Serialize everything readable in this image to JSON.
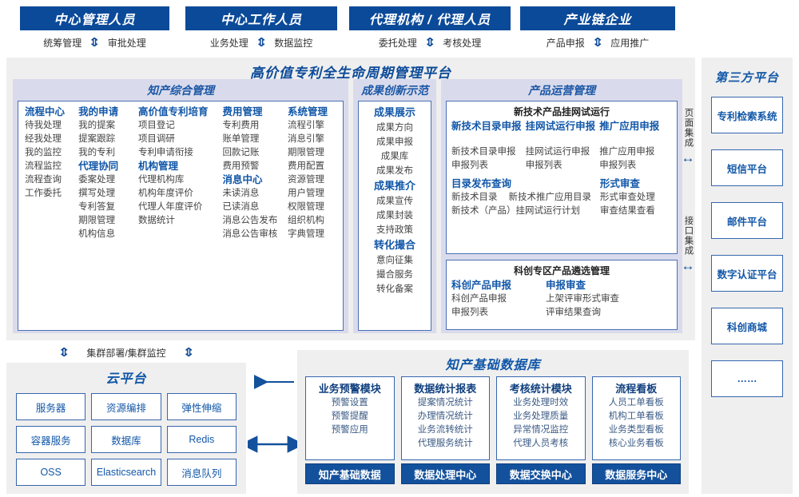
{
  "roles": [
    {
      "title": "中心管理人员",
      "left": "统筹管理",
      "right": "审批处理"
    },
    {
      "title": "中心工作人员",
      "left": "业务处理",
      "right": "数据监控"
    },
    {
      "title": "代理机构 / 代理人员",
      "left": "委托处理",
      "right": "考核处理"
    },
    {
      "title": "产业链企业",
      "left": "产品申报",
      "right": "应用推广"
    }
  ],
  "platform": {
    "title": "高价值专利全生命周期管理平台",
    "ip_mgmt": {
      "title": "知产综合管理",
      "columns": [
        {
          "groups": [
            {
              "head": "流程中心",
              "items": [
                "待我处理",
                "经我处理",
                "我的监控",
                "流程监控",
                "流程查询",
                "工作委托"
              ]
            }
          ]
        },
        {
          "groups": [
            {
              "head": "我的申请",
              "items": [
                "我的提案",
                "提案跟踪",
                "我的专利"
              ]
            },
            {
              "head": "代理协同",
              "items": [
                "委案处理",
                "撰写处理",
                "专利答复",
                "期限管理",
                "机构信息"
              ]
            }
          ]
        },
        {
          "groups": [
            {
              "head": "高价值专利培育",
              "items": [
                "项目登记",
                "项目调研",
                "专利申请衔接"
              ]
            },
            {
              "head": "机构管理",
              "items": [
                "代理机构库",
                "机构年度评价",
                "代理人年度评价",
                "数据统计"
              ]
            }
          ]
        },
        {
          "groups": [
            {
              "head": "费用管理",
              "items": [
                "专利费用",
                "账单管理",
                "回款记账",
                "费用预警"
              ]
            },
            {
              "head": "消息中心",
              "items": [
                "未读消息",
                "已读消息",
                "消息公告发布",
                "消息公告审核"
              ]
            }
          ]
        },
        {
          "groups": [
            {
              "head": "系统管理",
              "items": [
                "流程引擎",
                "消息引擎",
                "期限管理",
                "费用配置",
                "资源管理",
                "用户管理",
                "权限管理",
                "组织机构",
                "字典管理"
              ]
            }
          ]
        }
      ]
    },
    "achievement": {
      "title": "成果创新示范",
      "groups": [
        {
          "head": "成果展示",
          "items": [
            "成果方向",
            "成果申报",
            "成果库",
            "成果发布"
          ]
        },
        {
          "head": "成果推介",
          "items": [
            "成果宣传",
            "成果封装",
            "支持政策"
          ]
        },
        {
          "head": "转化撮合",
          "items": [
            "意向征集",
            "撮合服务",
            "转化备案"
          ]
        }
      ]
    },
    "product_ops": {
      "title": "产品运营管理",
      "box1_title": "新技术产品挂网试运行",
      "box1_row1": [
        {
          "head": "新技术目录申报",
          "items": [
            "新技术目录申报",
            "申报列表"
          ]
        },
        {
          "head": "挂网试运行申报",
          "items": [
            "挂网试运行申报",
            "申报列表"
          ]
        },
        {
          "head": "推广应用申报",
          "items": [
            "推广应用申报",
            "申报列表"
          ]
        }
      ],
      "box1_row2_left_head": "目录发布查询",
      "box1_row2_left_items": [
        "新技术目录",
        "新技术推广应用目录",
        "新技术（产品）挂网试运行计划"
      ],
      "box1_row2_right_head": "形式审查",
      "box1_row2_right_items": [
        "形式审查处理",
        "审查结果查看"
      ],
      "box2_title": "科创专区产品遴选管理",
      "box2_cols": [
        {
          "head": "科创产品申报",
          "items": [
            "科创产品申报",
            "申报列表"
          ]
        },
        {
          "head": "申报审查",
          "items": [
            "上架评审形式审查",
            "评审结果查询"
          ]
        }
      ]
    }
  },
  "integration": {
    "page": "页面集成",
    "api": "接口集成",
    "arrow": "↔"
  },
  "third_party": {
    "title": "第三方平台",
    "items": [
      "专利检索系统",
      "短信平台",
      "邮件平台",
      "数字认证平台",
      "科创商城",
      "……"
    ]
  },
  "cloud": {
    "link_label": "集群部署/集群监控",
    "title": "云平台",
    "cells": [
      "服务器",
      "资源编排",
      "弹性伸缩",
      "容器服务",
      "数据库",
      "Redis",
      "OSS",
      "Elasticsearch",
      "消息队列"
    ]
  },
  "database": {
    "title": "知产基础数据库",
    "cards": [
      {
        "head": "业务预警模块",
        "items": [
          "预警设置",
          "预警提醒",
          "预警应用"
        ]
      },
      {
        "head": "数据统计报表",
        "items": [
          "提案情况统计",
          "办理情况统计",
          "业务流转统计",
          "代理服务统计"
        ]
      },
      {
        "head": "考核统计模块",
        "items": [
          "业务处理时效",
          "业务处理质量",
          "异常情况监控",
          "代理人员考核"
        ]
      },
      {
        "head": "流程看板",
        "items": [
          "人员工单看板",
          "机构工单看板",
          "业务类型看板",
          "核心业务看板"
        ]
      }
    ],
    "footers": [
      "知产基础数据",
      "数据处理中心",
      "数据交换中心",
      "数据服务中心"
    ]
  },
  "colors": {
    "brand": "#0b4a99",
    "panel": "#d9dbec",
    "bg": "#efefef",
    "accent": "#1257a8"
  }
}
